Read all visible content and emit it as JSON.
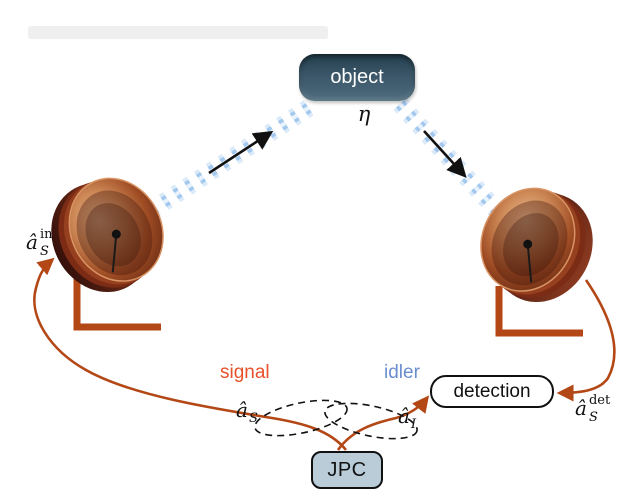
{
  "figure": {
    "object_label": "object",
    "eta_label": "η",
    "signal_label": "signal",
    "idler_label": "idler",
    "detection_label": "detection",
    "jpc_label": "JPC"
  },
  "math": {
    "a_s_in": {
      "base": "â",
      "sup": "in",
      "sub": "S"
    },
    "a_s": {
      "base": "â",
      "sub": "S"
    },
    "a_i": {
      "base": "â",
      "sub": "I"
    },
    "a_s_det": {
      "base": "â",
      "sup": "det",
      "sub": "S"
    }
  },
  "colors": {
    "signal_text": "#e8512b",
    "idler_text": "#6b8ed0",
    "wire": "#b34715",
    "stand": "#b34715",
    "ink": "#111111",
    "beam_light": "#cfe3f7",
    "beam_mid": "#a3c8ee",
    "beam_core": "#e9f3fc",
    "object_top": "#24404f",
    "object_bottom": "#4e6c7e",
    "jpc_fill": "#b9ccd8",
    "detection_fill": "#ffffff"
  }
}
